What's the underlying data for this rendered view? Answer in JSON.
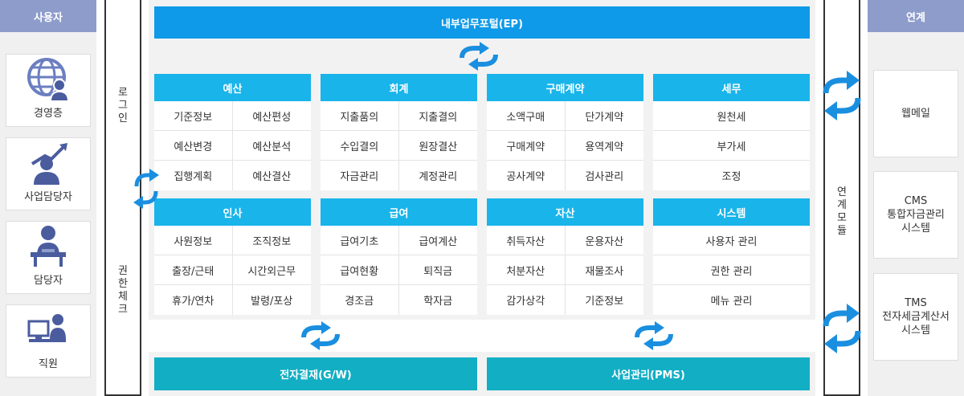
{
  "left": {
    "header": "사용자",
    "users": [
      {
        "label": "경영층",
        "icon": "globe-user-icon"
      },
      {
        "label": "사업담당자",
        "icon": "growth-user-icon"
      },
      {
        "label": "담당자",
        "icon": "desk-user-icon"
      },
      {
        "label": "직원",
        "icon": "computer-user-icon"
      }
    ]
  },
  "auth_bar": {
    "login_chars": [
      "로",
      "그",
      "인"
    ],
    "check_chars": [
      "권",
      "한",
      "체",
      "크"
    ]
  },
  "portal": {
    "label": "내부업무포털(EP)"
  },
  "modules": [
    {
      "title": "예산",
      "items": [
        "기준정보",
        "예산편성",
        "예산변경",
        "예산분석",
        "집행계획",
        "예산결산"
      ]
    },
    {
      "title": "회계",
      "items": [
        "지출품의",
        "지출결의",
        "수입결의",
        "원장결산",
        "자금관리",
        "계정관리"
      ]
    },
    {
      "title": "구매계약",
      "items": [
        "소액구매",
        "단가계약",
        "구매계약",
        "용역계약",
        "공사계약",
        "검사관리"
      ]
    },
    {
      "title": "세무",
      "items": [
        "원천세",
        "부가세",
        "조정"
      ]
    },
    {
      "title": "인사",
      "items": [
        "사원정보",
        "조직정보",
        "출장/근태",
        "시간외근무",
        "휴가/연차",
        "발령/포상"
      ]
    },
    {
      "title": "급여",
      "items": [
        "급여기초",
        "급여계산",
        "급여현황",
        "퇴직금",
        "경조금",
        "학자금"
      ]
    },
    {
      "title": "자산",
      "items": [
        "취득자산",
        "운용자산",
        "처분자산",
        "재물조사",
        "감가상각",
        "기준정보"
      ]
    },
    {
      "title": "시스템",
      "items": [
        "사용자 관리",
        "권한 관리",
        "메뉴 관리"
      ]
    }
  ],
  "bottom": {
    "gw": "전자결재(G/W)",
    "pms": "사업관리(PMS)"
  },
  "link_bar": {
    "chars": [
      "연",
      "계",
      "모",
      "듈"
    ]
  },
  "right": {
    "header": "연계",
    "systems": [
      {
        "lines": [
          "웹메일"
        ]
      },
      {
        "lines": [
          "CMS",
          "통합자금관리",
          "시스템"
        ]
      },
      {
        "lines": [
          "TMS",
          "전자세금계산서",
          "시스템"
        ]
      }
    ]
  },
  "colors": {
    "header_bg": "#8e9ccb",
    "portal": "#0e9ae8",
    "module_head": "#19b4ea",
    "bottom_bar": "#12aec4",
    "arrow": "#1a8fe0"
  }
}
